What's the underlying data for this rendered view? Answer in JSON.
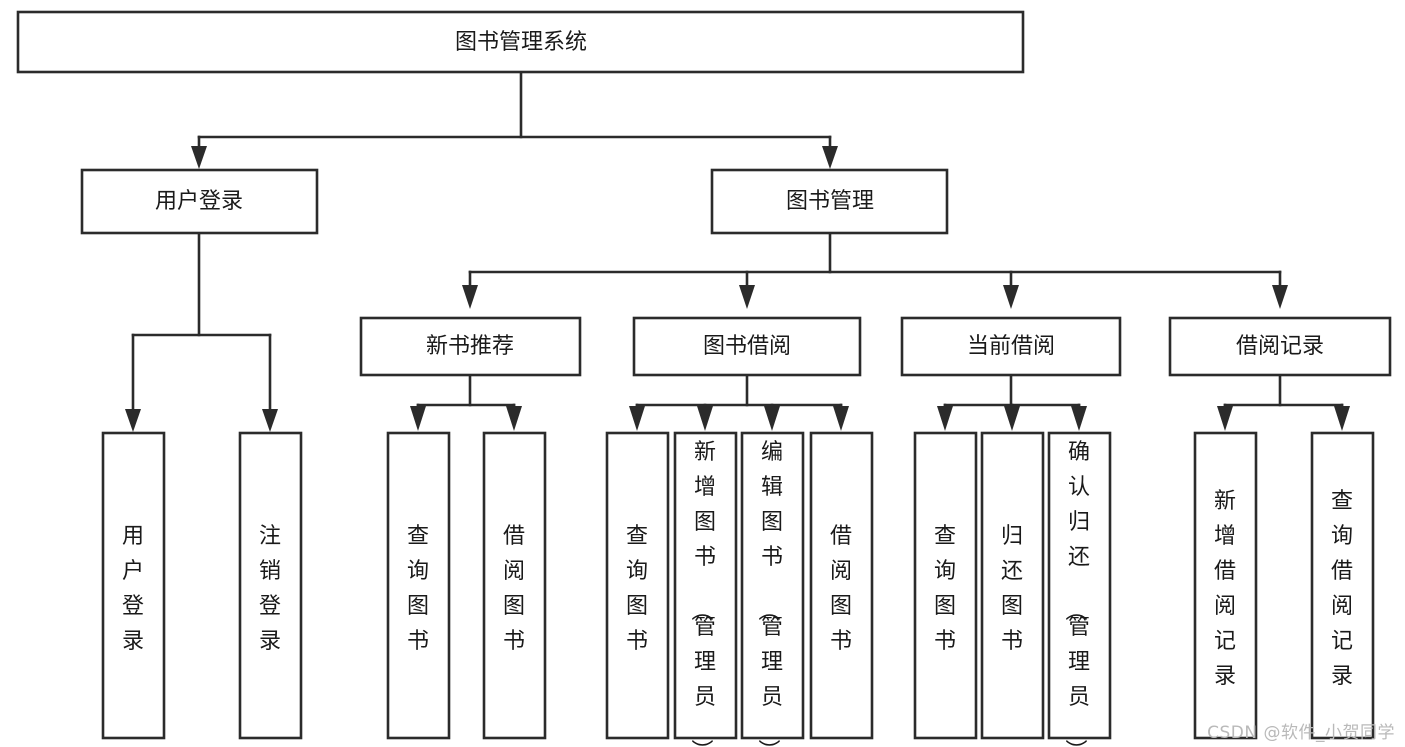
{
  "diagram": {
    "title": "图书管理系统",
    "type": "tree",
    "watermark": "CSDN @软件_小贺同学",
    "colors": {
      "stroke": "#2b2b2b",
      "fill": "#ffffff",
      "text": "#1a1a1a",
      "watermark": "#b9b9b9",
      "background": "#ffffff"
    },
    "levels": {
      "root": {
        "label": "图书管理系统"
      },
      "level2": [
        {
          "label": "用户登录"
        },
        {
          "label": "图书管理"
        }
      ],
      "level3": [
        {
          "label": "新书推荐"
        },
        {
          "label": "图书借阅"
        },
        {
          "label": "当前借阅"
        },
        {
          "label": "借阅记录"
        }
      ],
      "level4": {
        "user_login_children": [
          {
            "label": "用户登录"
          },
          {
            "label": "注销登录"
          }
        ],
        "new_book_children": [
          {
            "label": "查询图书"
          },
          {
            "label": "借阅图书"
          }
        ],
        "book_borrow_children": [
          {
            "label": "查询图书"
          },
          {
            "label": "新增图书（管理员）"
          },
          {
            "label": "编辑图书（管理员）"
          },
          {
            "label": "借阅图书"
          }
        ],
        "current_borrow_children": [
          {
            "label": "查询图书"
          },
          {
            "label": "归还图书"
          },
          {
            "label": "确认归还（管理员）"
          }
        ],
        "borrow_record_children": [
          {
            "label": "新增借阅记录"
          },
          {
            "label": "查询借阅记录"
          }
        ]
      }
    }
  }
}
